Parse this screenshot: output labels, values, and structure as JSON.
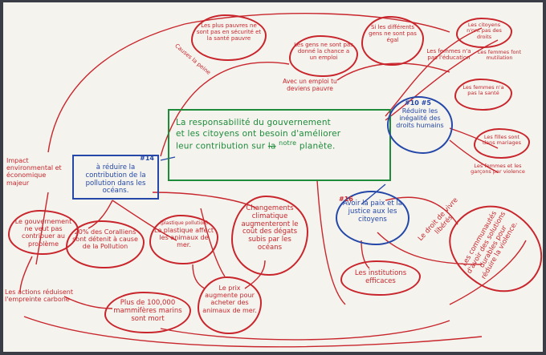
{
  "central": {
    "line1": "La responsabilité du gouvernement",
    "line2": "et les citoyens ont besoin d'améliorer",
    "line3": "leur contribution sur",
    "word_struck": "la",
    "word_inserted": "notre",
    "line3_end": "planète."
  },
  "goal14": {
    "number": "#14",
    "text": "à réduire la contribution de la pollution dans les océans."
  },
  "goal16": {
    "number": "#16",
    "text": "Avoir la paix et la justice aux les citoyens"
  },
  "goal10": {
    "number": "#10 #5",
    "text": "Réduire les inégalité des droits humains"
  },
  "nodes": {
    "impact": "Impact environmental et économique majeur",
    "gouvernement": "Le gouvernement ne veut pas contribuer au problème",
    "coraux": "20% des Coralliens sont détenit à cause de la Pollution",
    "plastique_tag": "(plastique pollution)",
    "plastique": "Le plastique affect les animaux de mer.",
    "climat": "Changements climatique augmenteront le coût des dégats subis par les océans",
    "actions": "Les actions réduisent l'empreinte carbone",
    "mammiferes": "Plus de 100,000 mammifères marins sont mort",
    "prix": "Le prix augmente pour acheter des animaux de mer.",
    "institutions": "Les institutions efficaces",
    "vivre": "Le droit de vivre libérés",
    "communautes": "Les communautés d'avoir des solutions durables pour réduire la violence.",
    "pauvres": "Les plus pauvres ne sont pas en sécurité et la santé pauvre",
    "causes": "Causes la peine",
    "emplois": "Les gens ne sont pas donné la chance a un emploi",
    "travail": "Avec un emploi tu deviens pauvre",
    "differents": "Si les différents gens ne sont pas égal",
    "education": "Les femmes n'a pas l'éducation",
    "citoyens_droits": "Les citoyens n'ont pas des droits",
    "femmes_mutilation": "Les femmes font mutilation",
    "sante": "Les femmes n'a pas la santé",
    "filles": "Les filles sont dans mariages",
    "violence": "Les femmes et les garçons par violence"
  }
}
